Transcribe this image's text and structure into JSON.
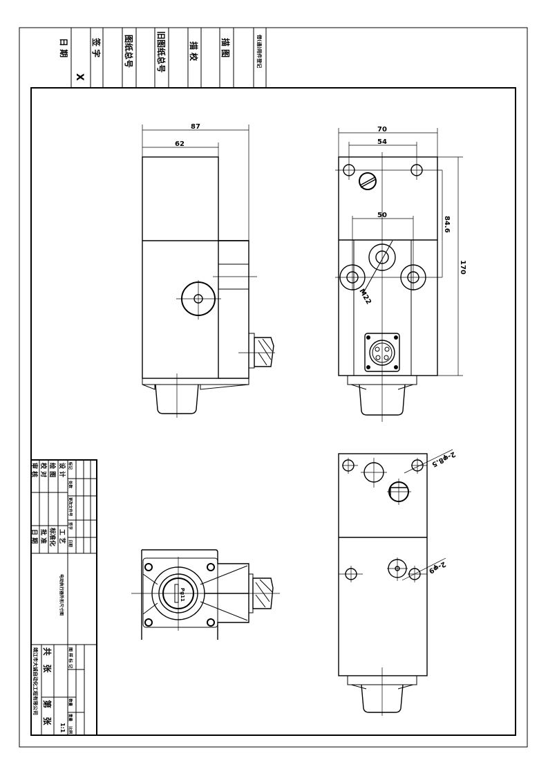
{
  "header_block": {
    "date_label": "日 期",
    "x_mark": "X",
    "signature_label": "签 字",
    "drawing_number_label": "图纸总号",
    "old_drawing_number_label": "旧图纸总号",
    "trace_check_label": "描 校",
    "trace_label": "描 图",
    "borrowed_parts_label": "借(通)用件登记"
  },
  "dimensions": {
    "side_width_total": "87",
    "side_width_body": "62",
    "front_width": "70",
    "front_hole_spacing": "54",
    "front_boss_spacing": "50",
    "front_vertical_hole": "84.6",
    "front_height": "170",
    "thread": "M22",
    "rear_holes_upper": "2-φ8.5",
    "rear_holes_lower": "2-φ9",
    "cable_gland": "Pg11"
  },
  "title_block": {
    "revision_headers": [
      "标记",
      "处数",
      "更改文件号",
      "签字",
      "日期"
    ],
    "roles": [
      "设 计",
      "绘 图",
      "校 对",
      "审 核"
    ],
    "approvals": [
      "工 艺",
      "标准化",
      "批 准",
      "日 期"
    ],
    "drawing_title": "电动执行器外形尺寸图",
    "stage_label": "图 样 标 记",
    "weight_label": "数量",
    "mass_label": "重量",
    "scale_label": "比例",
    "scale_value": "1:1",
    "sheets_total": "共   张",
    "sheet_number": "第   张",
    "company": "靖江市大诚自动化工程有限公司"
  }
}
